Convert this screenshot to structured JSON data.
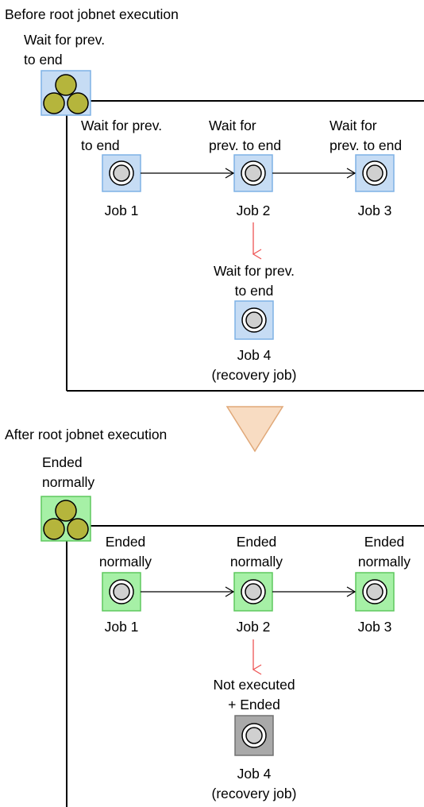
{
  "before": {
    "title": "Before root jobnet execution",
    "root": {
      "status_line1": "Wait for prev.",
      "status_line2": "to end"
    },
    "job1": {
      "status_line1": "Wait for prev.",
      "status_line2": "to end",
      "name": "Job 1"
    },
    "job2": {
      "status_line1": "Wait for",
      "status_line2": "prev. to end",
      "name": "Job 2"
    },
    "job3": {
      "status_line1": "Wait for",
      "status_line2": "prev. to end",
      "name": "Job 3"
    },
    "job4": {
      "status_line1": "Wait for prev.",
      "status_line2": "to end",
      "name": "Job 4",
      "note": "(recovery job)"
    }
  },
  "after": {
    "title": "After root jobnet execution",
    "root": {
      "status_line1": "Ended",
      "status_line2": "normally"
    },
    "job1": {
      "status_line1": "Ended",
      "status_line2": "normally",
      "name": "Job 1"
    },
    "job2": {
      "status_line1": "Ended",
      "status_line2": "normally",
      "name": "Job 2"
    },
    "job3": {
      "status_line1": "Ended",
      "status_line2": "normally",
      "name": "Job 3"
    },
    "job4": {
      "status_line1": "Not executed",
      "status_line2": "+ Ended",
      "name": "Job 4",
      "note": "(recovery job)"
    }
  },
  "colors": {
    "waiting_fill": "#c6dcf4",
    "waiting_border": "#7fb2e5",
    "ended_fill": "#a6f0a6",
    "ended_border": "#5ec85e",
    "not_executed_fill": "#a9a9a9",
    "not_executed_border": "#707070",
    "jobnet_ball": "#b5b53c",
    "recovery_arrow": "#ee5555",
    "transition_triangle": "#f8dcc2"
  }
}
